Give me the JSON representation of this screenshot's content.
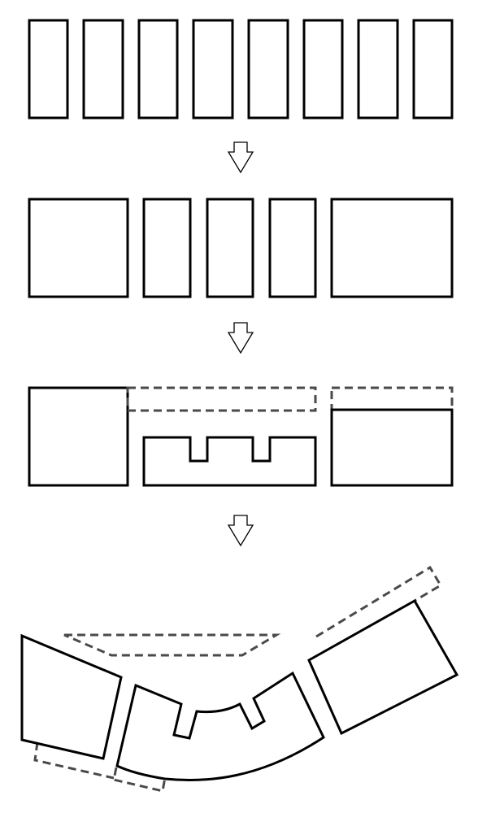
{
  "diagram": {
    "stages": [
      {
        "id": "stage-1",
        "solid_blocks": 8,
        "dashed_outlines": 0
      },
      {
        "id": "stage-2",
        "solid_blocks": 5,
        "dashed_outlines": 0
      },
      {
        "id": "stage-3",
        "solid_blocks": 3,
        "dashed_outlines": 2
      },
      {
        "id": "stage-4",
        "solid_blocks": 3,
        "dashed_outlines": 4
      }
    ],
    "transition_arrows": 3,
    "colors": {
      "solid_stroke": "#000000",
      "dashed_stroke": "#4a4a4a",
      "background": "#ffffff"
    },
    "icons": [
      "down-arrow-icon"
    ]
  }
}
